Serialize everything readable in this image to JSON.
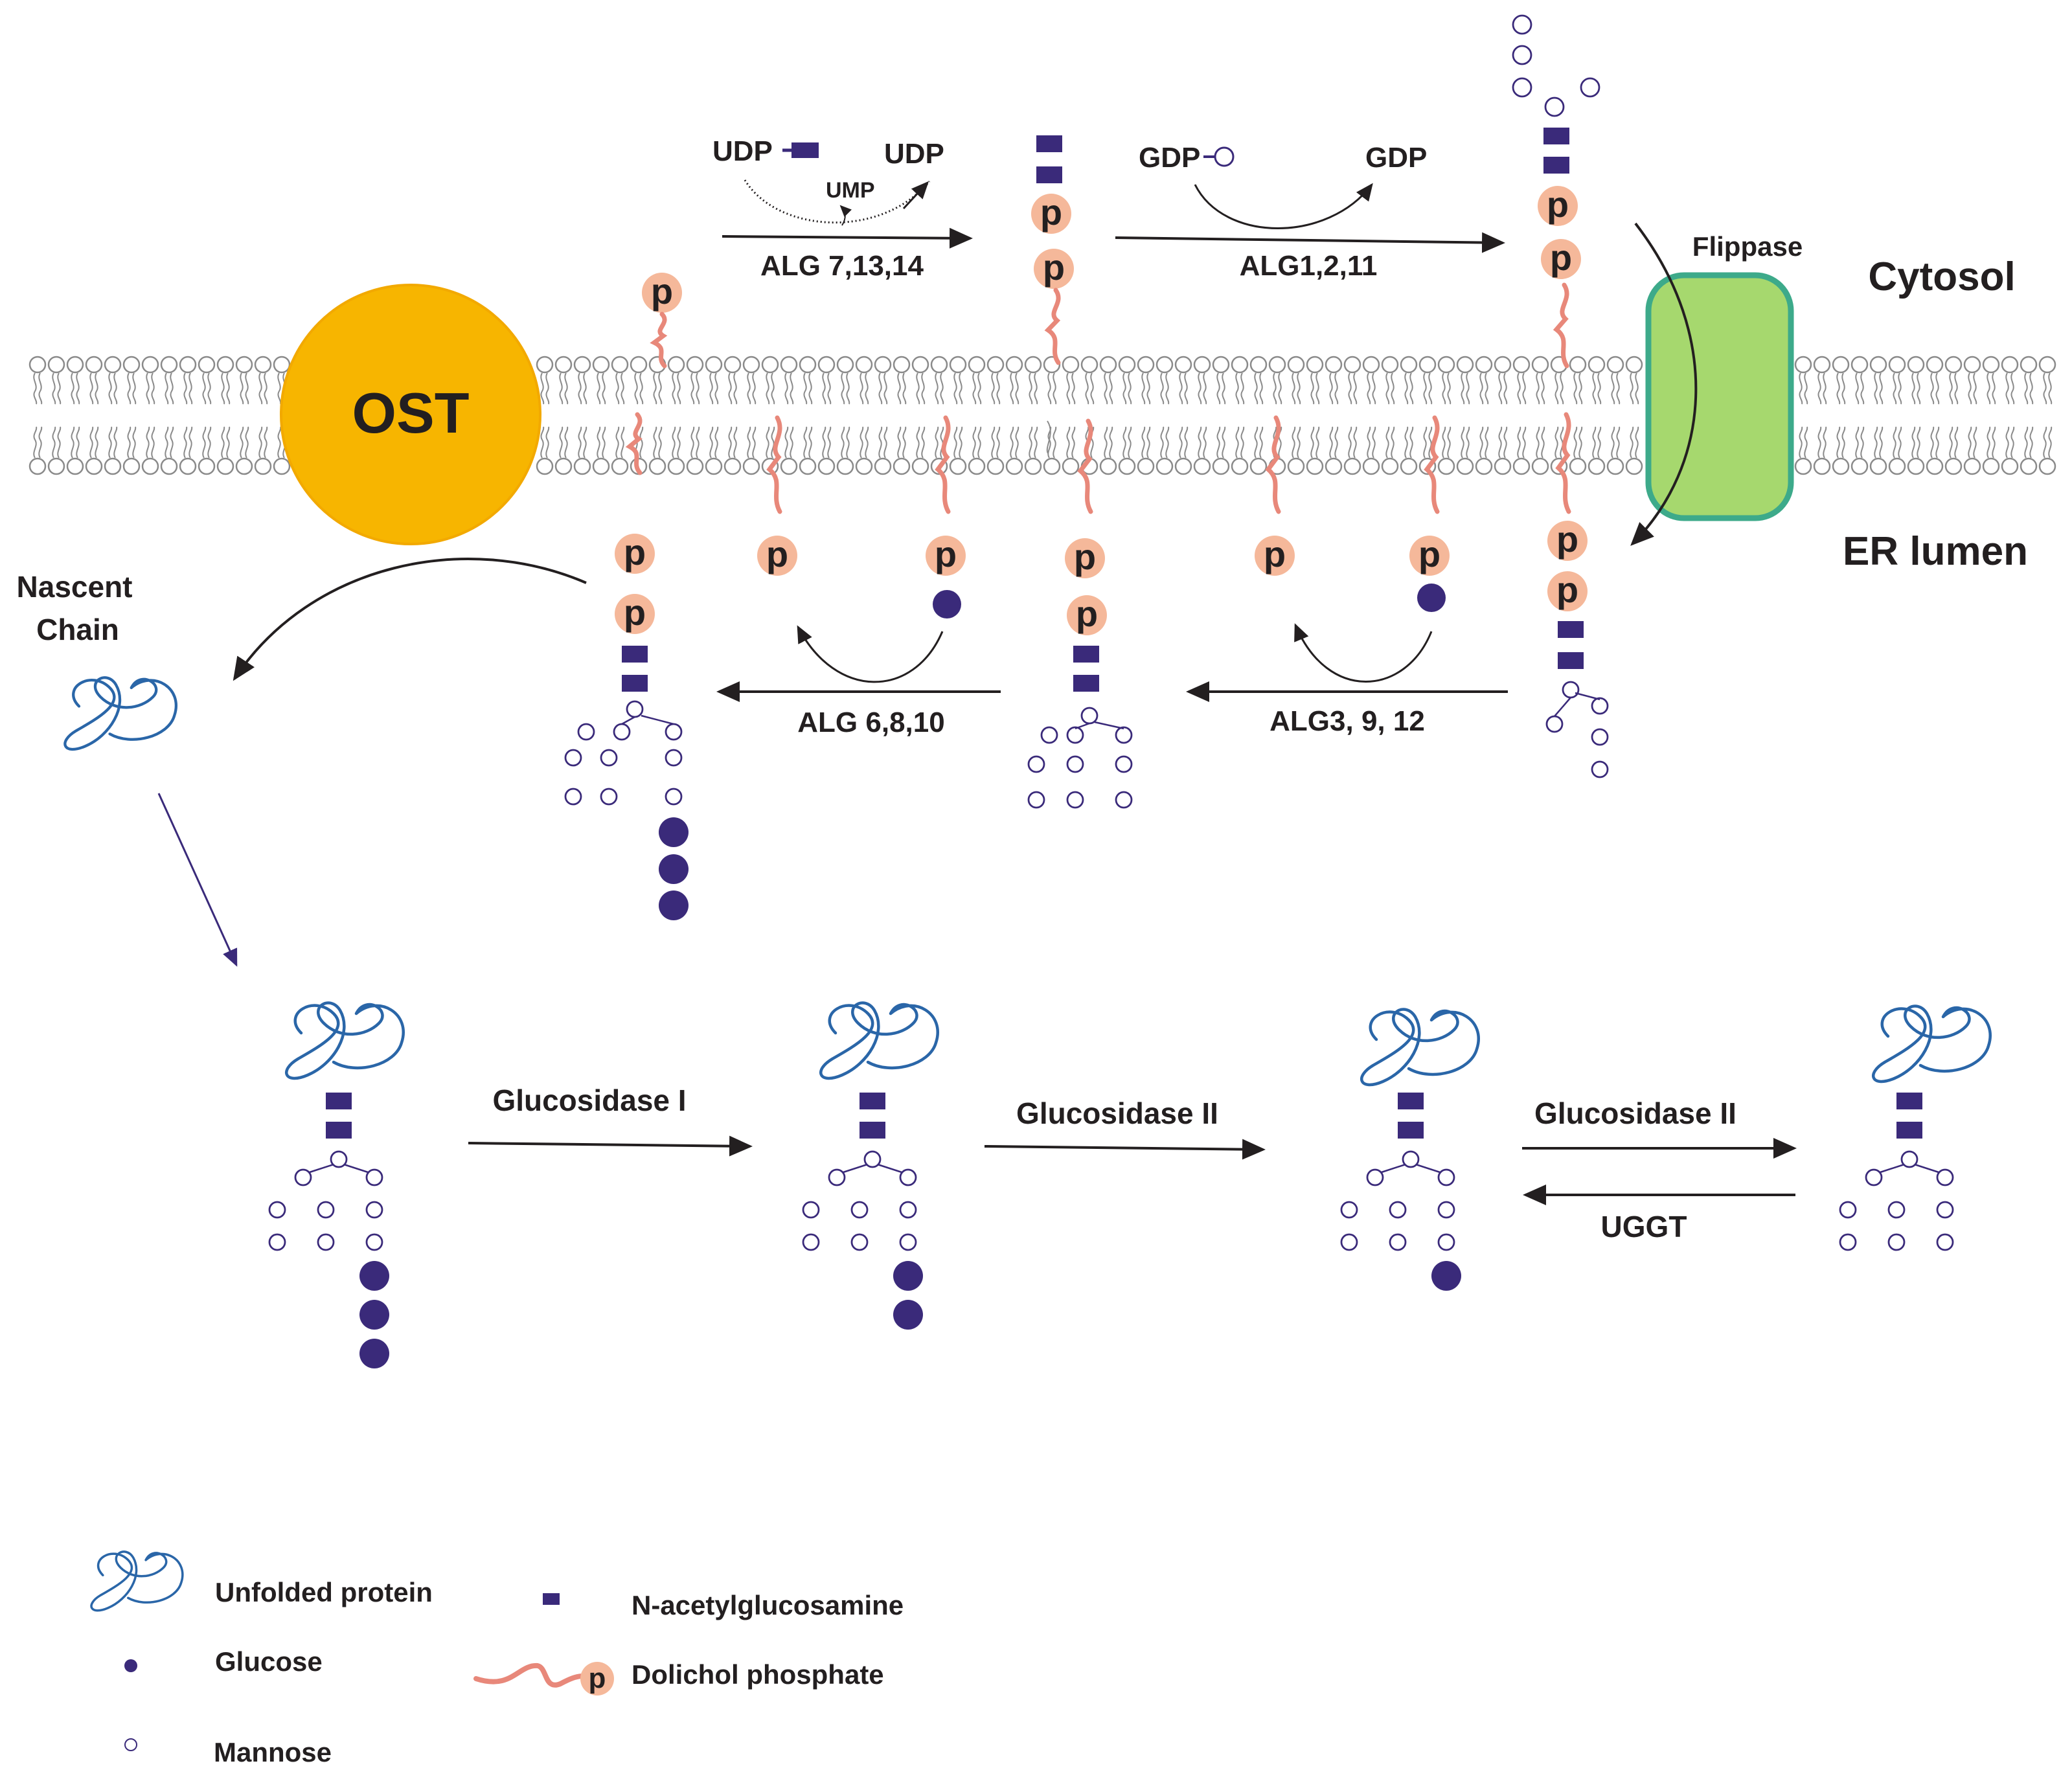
{
  "compartments": {
    "cytosol": "Cytosol",
    "lumen": "ER lumen"
  },
  "ost": "OST",
  "flippase": "Flippase",
  "nascent_chain": [
    "Nascent",
    "Chain"
  ],
  "phosphate_symbol": "p",
  "top_reactions": {
    "step1": {
      "donor": "UDP",
      "product": "UDP",
      "byproduct": "UMP",
      "enzymes": "ALG 7,13,14"
    },
    "step2": {
      "donor": "GDP",
      "product": "GDP",
      "enzymes": "ALG1,2,11"
    }
  },
  "lumen_reactions": {
    "mannose_addition": "ALG3, 9, 12",
    "glucose_addition": "ALG 6,8,10"
  },
  "trimming": {
    "step1": "Glucosidase I",
    "step2": "Glucosidase II",
    "step3_forward": "Glucosidase II",
    "step3_reverse": "UGGT"
  },
  "legend": {
    "unfolded_protein": "Unfolded protein",
    "glucose": "Glucose",
    "mannose": "Mannose",
    "glcnac": "N-acetylglucosamine",
    "dolichol_phosphate": "Dolichol phosphate"
  },
  "colors": {
    "glcnac": "#3a2a7a",
    "glucose": "#3a2a7a",
    "mannose_stroke": "#3a2a7a",
    "phosphate_fill": "#f5b89a",
    "dolichol": "#e8887a",
    "ost": "#f7b500",
    "flippase_fill": "#a6d86e",
    "flippase_stroke": "#3daa8a",
    "protein": "#2a66a8",
    "membrane": "#8a8a8a",
    "arrow": "#231f20"
  }
}
